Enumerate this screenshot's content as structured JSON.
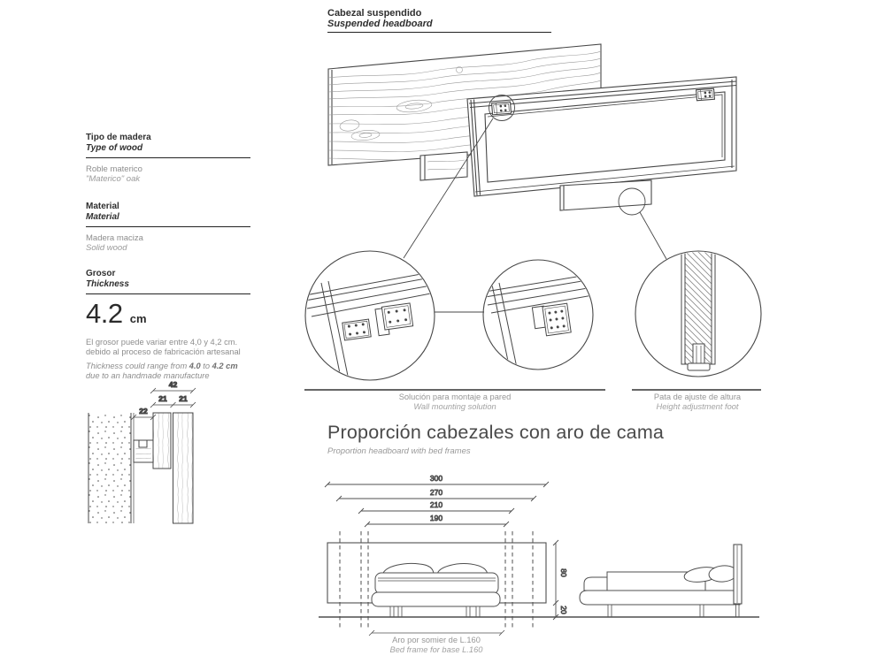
{
  "header": {
    "title_es": "Cabezal suspendido",
    "title_en": "Suspended headboard"
  },
  "specs": {
    "wood": {
      "label_es": "Tipo de madera",
      "label_en": "Type of wood",
      "value_es": "Roble materico",
      "value_en": "\"Materico\" oak"
    },
    "material": {
      "label_es": "Material",
      "label_en": "Material",
      "value_es": "Madera maciza",
      "value_en": "Solid wood"
    },
    "thickness": {
      "label_es": "Grosor",
      "label_en": "Thickness",
      "value": "4.2",
      "unit": "cm",
      "note_es_line1": "El grosor puede variar entre 4,0 y 4,2 cm.",
      "note_es_line2": "debido al proceso de fabricación artesanal",
      "note_en_pre": "Thickness could range from ",
      "note_en_bold1": "4.0",
      "note_en_mid": " to ",
      "note_en_bold2": "4.2 cm",
      "note_en_line2": "due to an handmade manufacture"
    }
  },
  "details": {
    "wall_caption_es": "Solución para montaje a pared",
    "wall_caption_en": "Wall mounting solution",
    "foot_caption_es": "Pata de ajuste de altura",
    "foot_caption_en": "Height adjustment foot"
  },
  "cross_section": {
    "total": "42",
    "left_panel": "21",
    "right_panel": "21",
    "gap": "22"
  },
  "proportion": {
    "title_es": "Proporción cabezales con aro de cama",
    "title_en": "Proportion headboard with bed frames",
    "widths": [
      "300",
      "270",
      "210",
      "190"
    ],
    "height_upper": "80",
    "height_lower": "20",
    "caption_es": "Aro por somier de L.160",
    "caption_en": "Bed frame for base L.160"
  },
  "colors": {
    "line": "#474747",
    "text_dark": "#2f2f2f",
    "text_gray": "#8d8d8d"
  }
}
